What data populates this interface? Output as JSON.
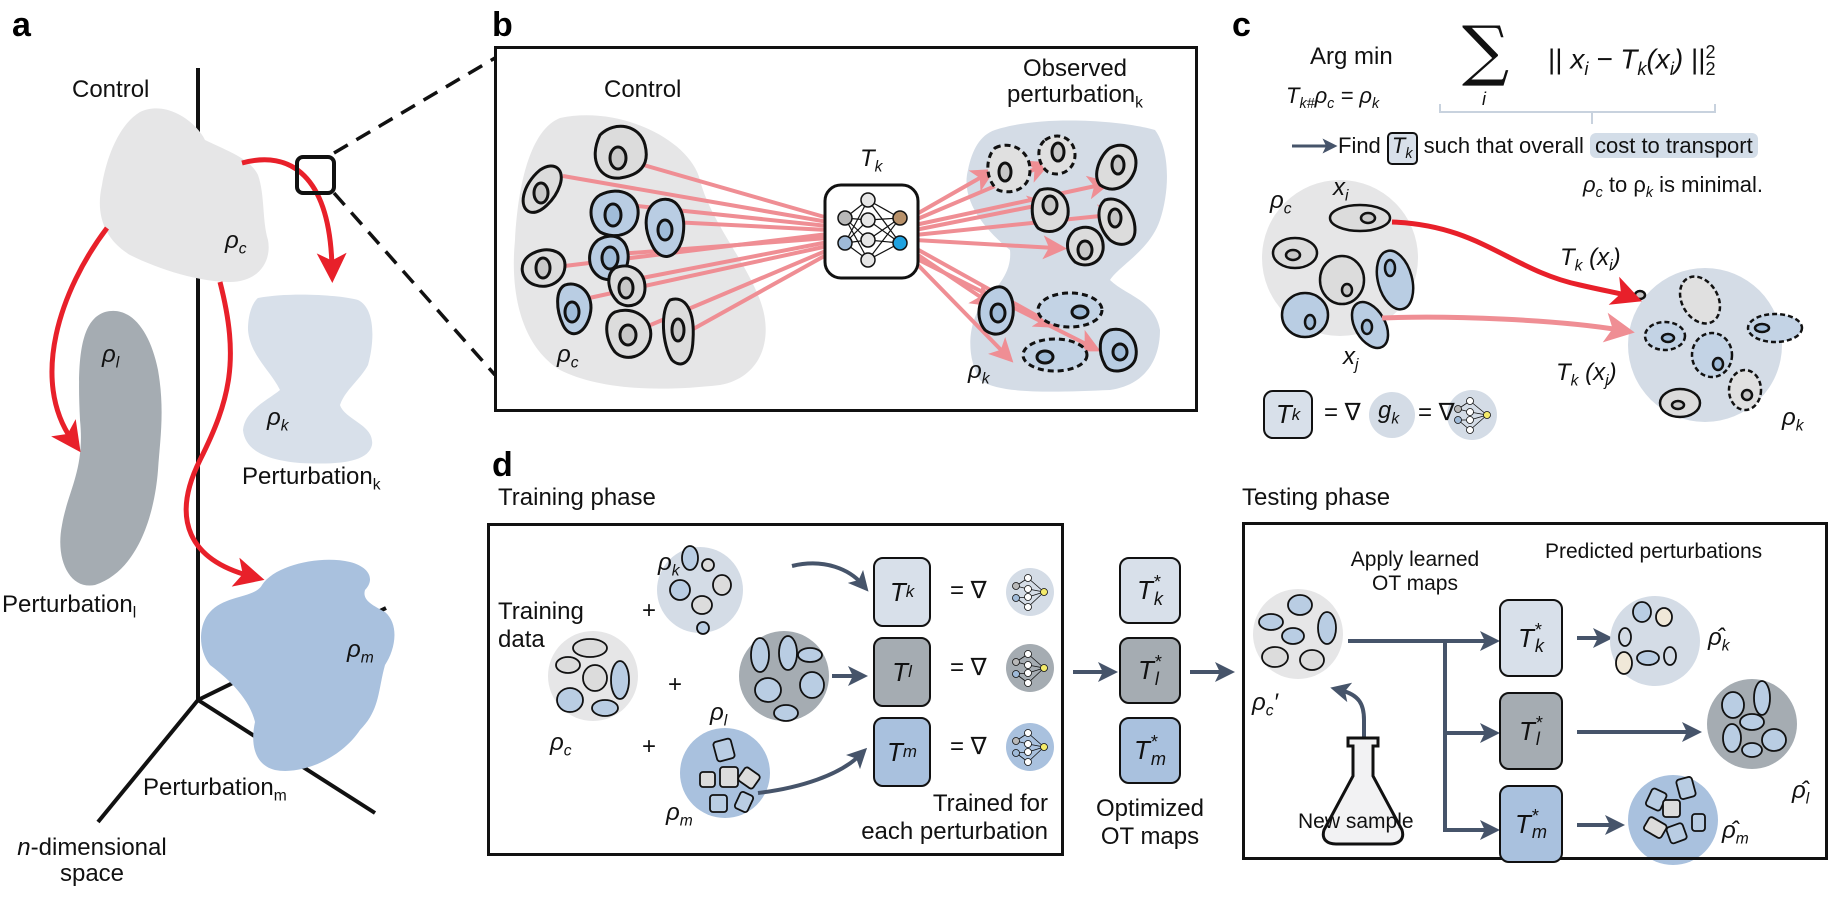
{
  "panels": {
    "a": {
      "letter": "a",
      "control_label": "Control",
      "rho_c": "ρ",
      "rho_c_sub": "c",
      "rho_l": "ρ",
      "rho_l_sub": "l",
      "rho_k": "ρ",
      "rho_k_sub": "k",
      "rho_m": "ρ",
      "rho_m_sub": "m",
      "perturbation_k": "Perturbation",
      "perturbation_k_sub": "k",
      "perturbation_l": "Perturbation",
      "perturbation_l_sub": "l",
      "perturbation_m": "Perturbation",
      "perturbation_m_sub": "m",
      "space_label_italic": "n",
      "space_label_rest": "-dimensional",
      "space_label_line2": "space"
    },
    "b": {
      "letter": "b",
      "control_label": "Control",
      "observed_line1": "Observed",
      "observed_line2": "perturbation",
      "observed_sub": "k",
      "map_label": "T",
      "map_sub": "k",
      "rho_c": "ρ",
      "rho_c_sub": "c",
      "rho_k": "ρ",
      "rho_k_sub": "k"
    },
    "c": {
      "letter": "c",
      "argmin": "Arg min",
      "constraint": "T",
      "constraint_sub": "k#",
      "constraint_rest": "ρ",
      "constraint_rest_sub": "c",
      "constraint_eq": " = ρ",
      "constraint_eq_sub": "k",
      "sum_symbol": "∑",
      "sum_index": "i",
      "norm_expr_x": "x",
      "norm_expr_x_sub": "i",
      "norm_expr_minus": " − T",
      "norm_expr_T_sub": "k",
      "norm_expr_arg": "(x",
      "norm_expr_arg_sub": "i",
      "norm_expr_close": ")",
      "norm_sup": "2",
      "norm_sub": "2",
      "find_text": "Find",
      "find_box": "T",
      "find_box_sub": "k",
      "such_that": "such that overall",
      "cost_highlight": "cost to transport",
      "line2_a": "ρ",
      "line2_a_sub": "c",
      "line2_to": " to ρ",
      "line2_b_sub": "k",
      "line2_rest": " is minimal.",
      "xi": "x",
      "xi_sub": "i",
      "xj": "x",
      "xj_sub": "j",
      "Tk_xi": "T",
      "Tk_xi_sub": "k",
      "Tk_xi_arg": " (x",
      "Tk_xi_arg_sub": "i",
      "Tk_xj": "T",
      "Tk_xj_sub": "k",
      "Tk_xj_arg": " (x",
      "Tk_xj_arg_sub": "j",
      "rho_c": "ρ",
      "rho_c_sub": "c",
      "rho_k": "ρ",
      "rho_k_sub": "k",
      "eq_T": "T",
      "eq_T_sub": "k",
      "eq_grad1": "= ∇",
      "eq_g": "g",
      "eq_g_sub": "k",
      "eq_grad2": "= ∇"
    },
    "d": {
      "letter": "d",
      "training_title": "Training phase",
      "testing_title": "Testing phase",
      "training_data_line1": "Training",
      "training_data_line2": "data",
      "plus": "+",
      "rho": "ρ",
      "sub_c": "c",
      "sub_k": "k",
      "sub_l": "l",
      "sub_m": "m",
      "grad_eq": "= ∇",
      "trained_line1": "Trained for",
      "trained_line2": "each perturbation",
      "optimized_line1": "Optimized",
      "optimized_line2": "OT maps",
      "star": "*",
      "apply_line1": "Apply learned",
      "apply_line2": "OT maps",
      "predicted": "Predicted perturbations",
      "new_sample": "New sample",
      "rho_c_prime_sub": "c",
      "prime": "′",
      "hat_rho": "ρ̂"
    }
  },
  "colors": {
    "red_arrow": "#e8202a",
    "pink_arrow": "#ef8e94",
    "control_gray": "#e6e6e7",
    "pert_l_gray": "#a5acb2",
    "pert_k_blue": "#d8e0ea",
    "pert_m_blue": "#a9c1de",
    "dark_arrow": "#46546a"
  }
}
